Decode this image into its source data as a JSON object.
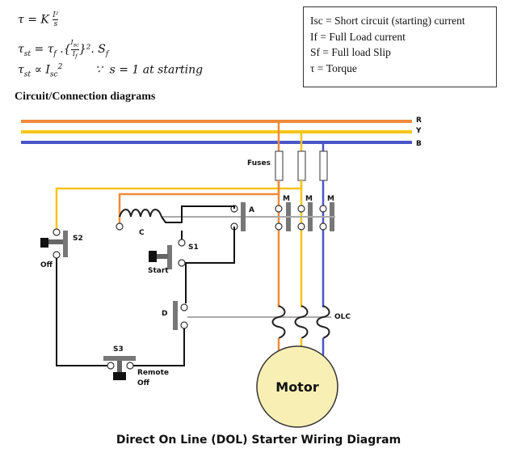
{
  "formulas": {
    "line1": "τ = K I²/s",
    "line2": "τst = τf . {Isc/If}². Sf",
    "line3": "τst ∝ Isc²",
    "line3_because": "∵  s = 1 at starting"
  },
  "legend": {
    "isc": "Isc = Short circuit (starting) current",
    "if": "If = Full Load current",
    "sf": "Sf = Full load Slip",
    "tau": "τ = Torque"
  },
  "section_heading": "Circuit/Connection diagrams",
  "diagram": {
    "phase_r": "R",
    "phase_y": "Y",
    "phase_b": "B",
    "fuses": "Fuses",
    "contact_m": "M",
    "contact_a": "A",
    "coil_c": "C",
    "switch_s2": "S2",
    "off": "Off",
    "switch_s1": "S1",
    "start": "Start",
    "contact_d": "D",
    "switch_s3": "S3",
    "remote_off_1": "Remote",
    "remote_off_2": "Off",
    "olc": "OLC",
    "motor": "Motor",
    "colors": {
      "phase_r": "#f08a3a",
      "phase_y": "#f5c518",
      "phase_b": "#4a55c8",
      "motor_fill": "#f8efb4"
    }
  },
  "caption": "Direct On Line (DOL) Starter Wiring Diagram"
}
